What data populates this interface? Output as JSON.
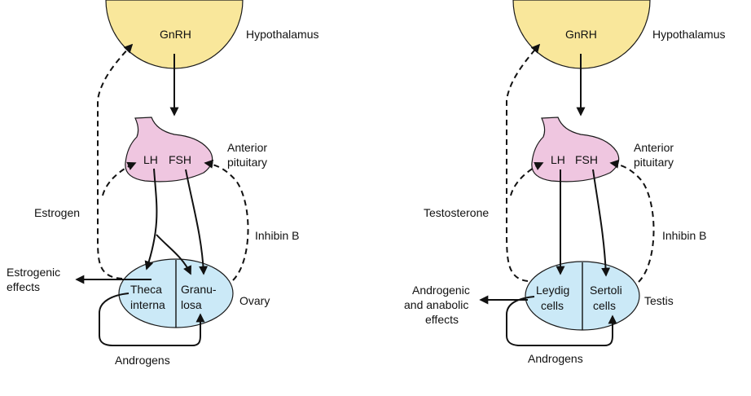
{
  "colors": {
    "hypothalamus": "#f9e79b",
    "pituitary": "#efc6e0",
    "gonad": "#cbe9f7",
    "outline": "#1a1a1a"
  },
  "female": {
    "hypothalamus": {
      "hormone": "GnRH",
      "label": "Hypothalamus"
    },
    "pituitary": {
      "lh": "LH",
      "fsh": "FSH",
      "label_lines": [
        "Anterior",
        "pituitary"
      ]
    },
    "feedback_left": "Estrogen",
    "feedback_right": "Inhibin B",
    "gonad_label": "Ovary",
    "cell_left_lines": [
      "Theca",
      "interna"
    ],
    "cell_right_lines": [
      "Granu-",
      "losa"
    ],
    "output_lines": [
      "Estrogenic",
      "effects"
    ],
    "loop_label": "Androgens"
  },
  "male": {
    "hypothalamus": {
      "hormone": "GnRH",
      "label": "Hypothalamus"
    },
    "pituitary": {
      "lh": "LH",
      "fsh": "FSH",
      "label_lines": [
        "Anterior",
        "pituitary"
      ]
    },
    "feedback_left": "Testosterone",
    "feedback_right": "Inhibin B",
    "gonad_label": "Testis",
    "cell_left_lines": [
      "Leydig",
      "cells"
    ],
    "cell_right_lines": [
      "Sertoli",
      "cells"
    ],
    "output_lines": [
      "Androgenic",
      "and anabolic",
      "effects"
    ],
    "loop_label": "Androgens"
  }
}
